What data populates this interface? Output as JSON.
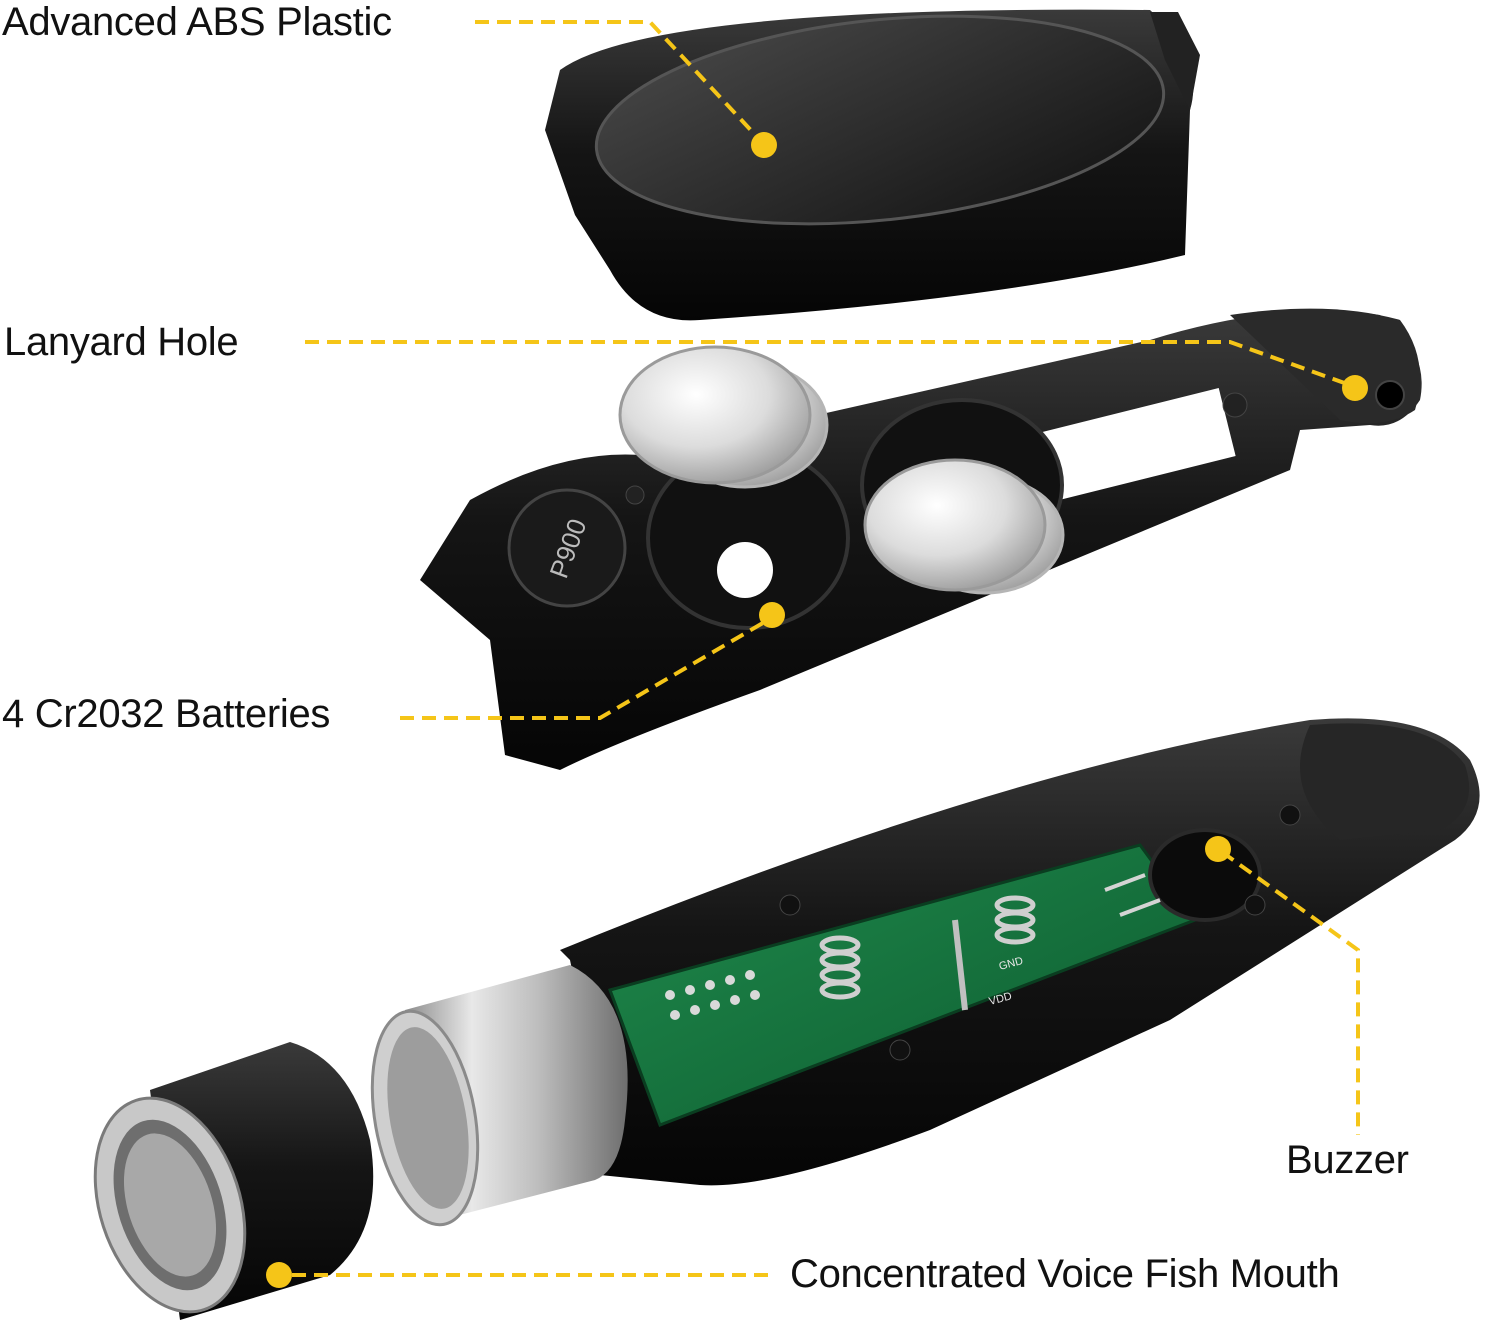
{
  "accent_color": "#f5c518",
  "callouts": [
    {
      "id": "abs",
      "label": "Advanced ABS Plastic"
    },
    {
      "id": "lanyard",
      "label": "Lanyard Hole"
    },
    {
      "id": "batteries",
      "label": "4 Cr2032 Batteries"
    },
    {
      "id": "buzzer",
      "label": "Buzzer"
    },
    {
      "id": "mouth",
      "label": "Concentrated Voice Fish Mouth"
    }
  ],
  "parts": {
    "battery_cap_marking": "P900",
    "pcb_labels": [
      "GND",
      "VDD"
    ]
  }
}
